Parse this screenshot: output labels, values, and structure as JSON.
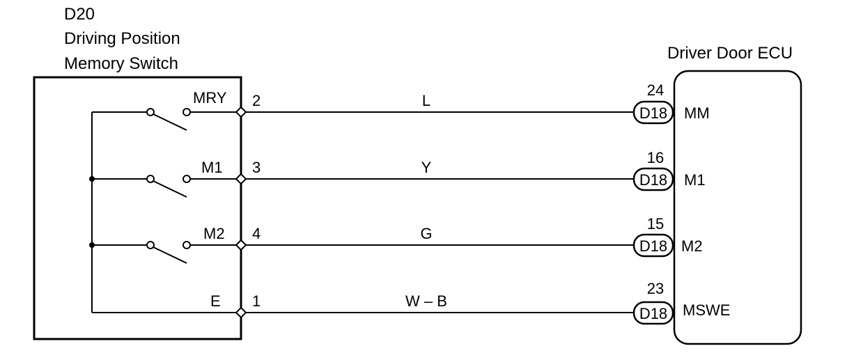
{
  "switch": {
    "id": "D20",
    "name_line1": "Driving Position",
    "name_line2": "Memory Switch"
  },
  "ecu": {
    "name": "Driver Door ECU"
  },
  "circuits": [
    {
      "terminal_name": "MRY",
      "pin": "2",
      "wire_color": "L",
      "ecu_pin": "24",
      "connector": "D18",
      "ecu_terminal": "MM"
    },
    {
      "terminal_name": "M1",
      "pin": "3",
      "wire_color": "Y",
      "ecu_pin": "16",
      "connector": "D18",
      "ecu_terminal": "M1"
    },
    {
      "terminal_name": "M2",
      "pin": "4",
      "wire_color": "G",
      "ecu_pin": "15",
      "connector": "D18",
      "ecu_terminal": "M2"
    },
    {
      "terminal_name": "E",
      "pin": "1",
      "wire_color": "W – B",
      "ecu_pin": "23",
      "connector": "D18",
      "ecu_terminal": "MSWE"
    }
  ]
}
